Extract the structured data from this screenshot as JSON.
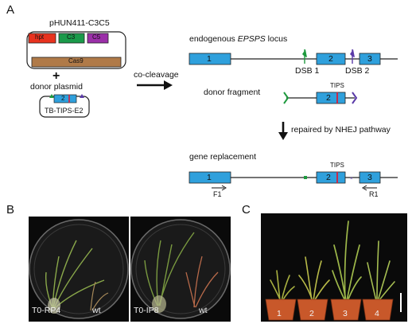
{
  "panels": {
    "a": "A",
    "b": "B",
    "c": "C"
  },
  "plasmid": {
    "name": "pHUN411-C3C5",
    "cassettes": [
      "hpt",
      "C3",
      "C5"
    ],
    "cas_label": "Cas9",
    "plus": "+",
    "donor_title": "donor plasmid",
    "donor_insert": "2",
    "donor_name": "TB-TIPS-E2"
  },
  "arrow_text": "co-cleavage",
  "locus": {
    "title_prefix": "endogenous ",
    "title_gene": "EPSPS",
    "title_suffix": " locus",
    "exons": [
      "1",
      "2",
      "3"
    ],
    "dsb1": "DSB 1",
    "dsb2": "DSB 2"
  },
  "donor_fragment": {
    "title": "donor fragment",
    "tips": "TIPS",
    "exon": "2"
  },
  "repair_text": "repaired by NHEJ pathway",
  "replacement": {
    "title": "gene replacement",
    "tips": "TIPS",
    "exons": [
      "1",
      "2",
      "3"
    ],
    "f1": "F1",
    "r1": "R1"
  },
  "panel_b": {
    "left_line": "T0-RP4",
    "left_wt": "wt",
    "right_line": "T0-IP8",
    "right_wt": "wt"
  },
  "panel_c": {
    "pots": [
      "1",
      "2",
      "3",
      "4"
    ]
  },
  "colors": {
    "exon": "#2fa0dc",
    "hpt": "#e8321e",
    "c3": "#1a9a4a",
    "c5": "#9b2fa8",
    "cas9": "#b07a48",
    "tips_mark": "#d81e3c",
    "dsb1_cut": "#1e9a3e",
    "dsb2_cut": "#5a3aa8",
    "pot": "#c8582a"
  }
}
